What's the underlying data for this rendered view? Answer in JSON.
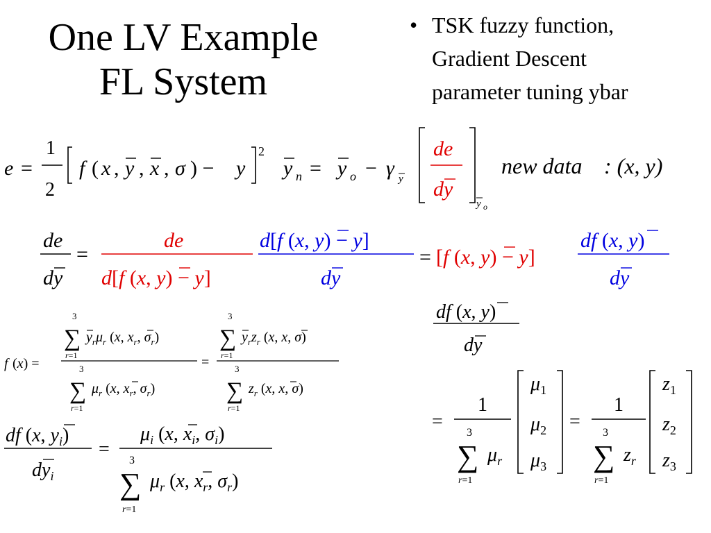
{
  "slide": {
    "title_line1": "One LV Example",
    "title_line2": "FL System",
    "bullet1_line1": "TSK fuzzy function,",
    "bullet1_line2": "Gradient Descent",
    "bullet1_line3": "parameter tuning ybar",
    "new_data_label": "new data",
    "new_data_pair": ": (x, y)"
  },
  "colors": {
    "red": "#e00000",
    "blue": "#0000e0",
    "text": "#000000"
  }
}
